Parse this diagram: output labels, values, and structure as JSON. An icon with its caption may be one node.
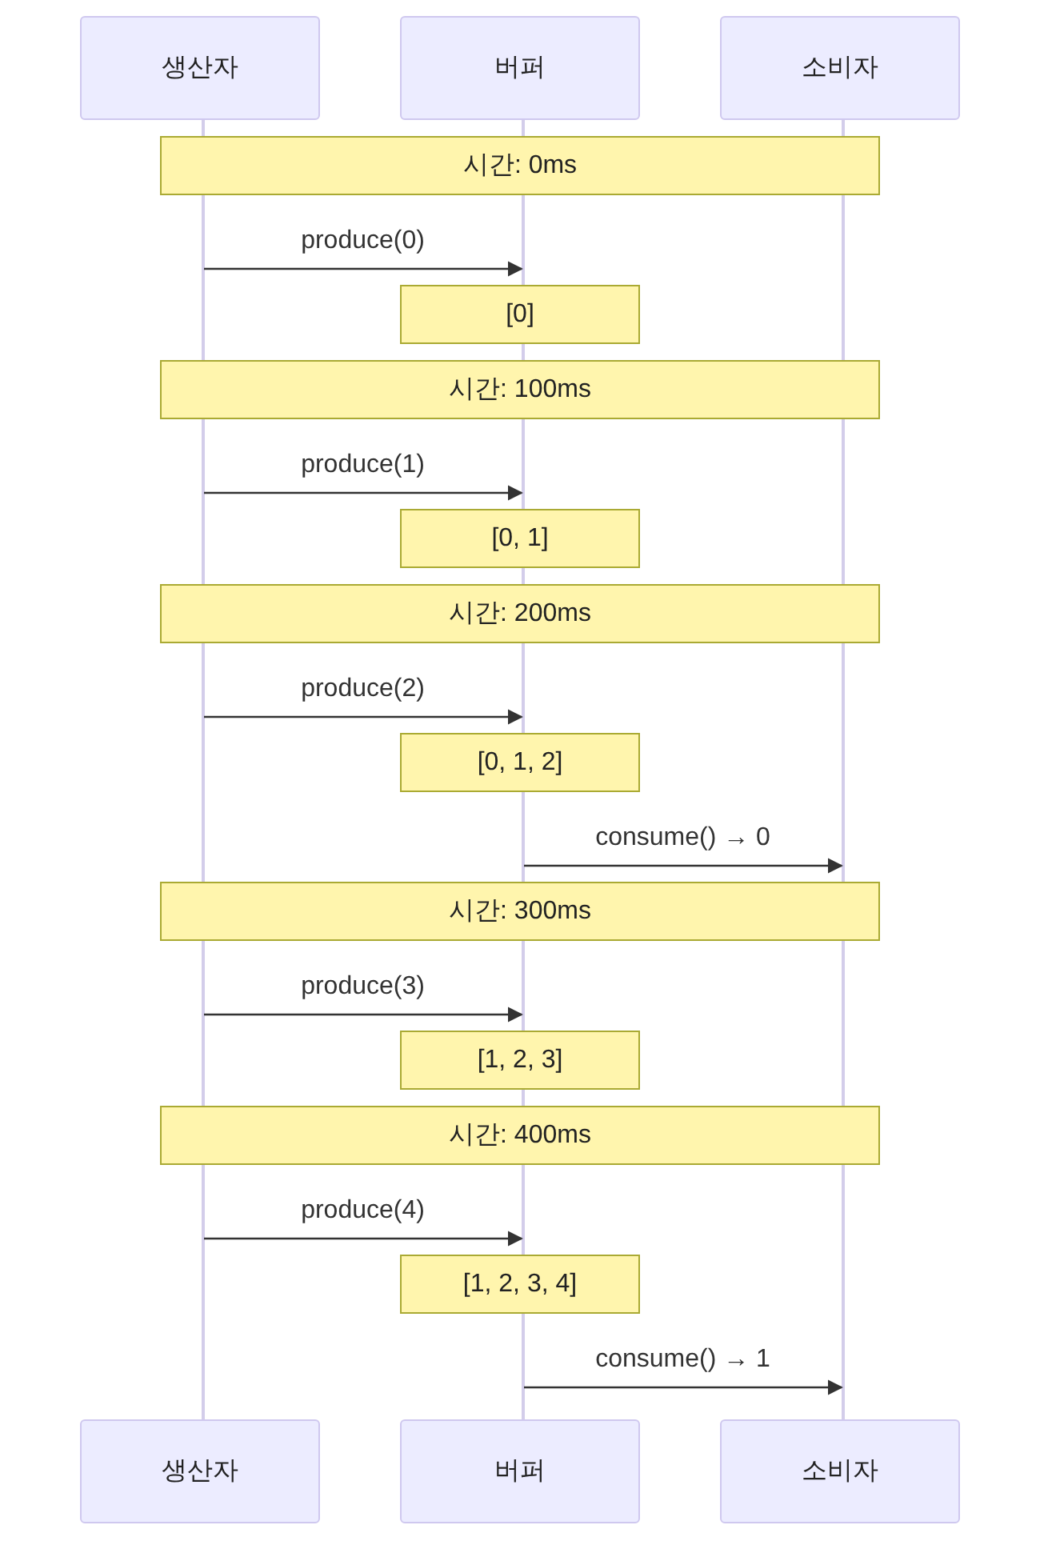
{
  "diagram": {
    "nodes": [
      {
        "text": [
          "생산자"
        ]
      },
      {
        "text": [
          "버퍼"
        ]
      },
      {
        "text": [
          "소비자"
        ]
      },
      {
        "text": [],
        "shape": "bar"
      },
      {
        "text": [],
        "shape": "bar"
      },
      {
        "text": [],
        "shape": "bar"
      },
      {
        "text": [
          "시간: 0ms"
        ]
      },
      {
        "text": [
          "[0]"
        ]
      },
      {
        "text": [
          "시간: 100ms"
        ]
      },
      {
        "text": [
          "[0, 1]"
        ]
      },
      {
        "text": [
          "시간: 200ms"
        ]
      },
      {
        "text": [
          "[0, 1, 2]"
        ]
      },
      {
        "text": [
          "시간: 300ms"
        ]
      },
      {
        "text": [
          "[1, 2, 3]"
        ]
      },
      {
        "text": [
          "시간: 400ms"
        ]
      },
      {
        "text": [
          "[1, 2, 3, 4]"
        ]
      },
      {
        "text": [
          "생산자"
        ]
      },
      {
        "text": [
          "버퍼"
        ]
      },
      {
        "text": [
          "소비자"
        ]
      }
    ],
    "edges": [
      {
        "from": 3,
        "to": 4,
        "arrow": "to",
        "label": "produce(0)"
      },
      {
        "from": 3,
        "to": 4,
        "arrow": "to",
        "label": "produce(1)"
      },
      {
        "from": 3,
        "to": 4,
        "arrow": "to",
        "label": "produce(2)"
      },
      {
        "from": 4,
        "to": 5,
        "arrow": "to",
        "label": "consume() → 0"
      },
      {
        "from": 3,
        "to": 4,
        "arrow": "to",
        "label": "produce(3)"
      },
      {
        "from": 3,
        "to": 4,
        "arrow": "to",
        "label": "produce(4)"
      },
      {
        "from": 4,
        "to": 5,
        "arrow": "to",
        "label": "consume() → 1"
      }
    ]
  }
}
